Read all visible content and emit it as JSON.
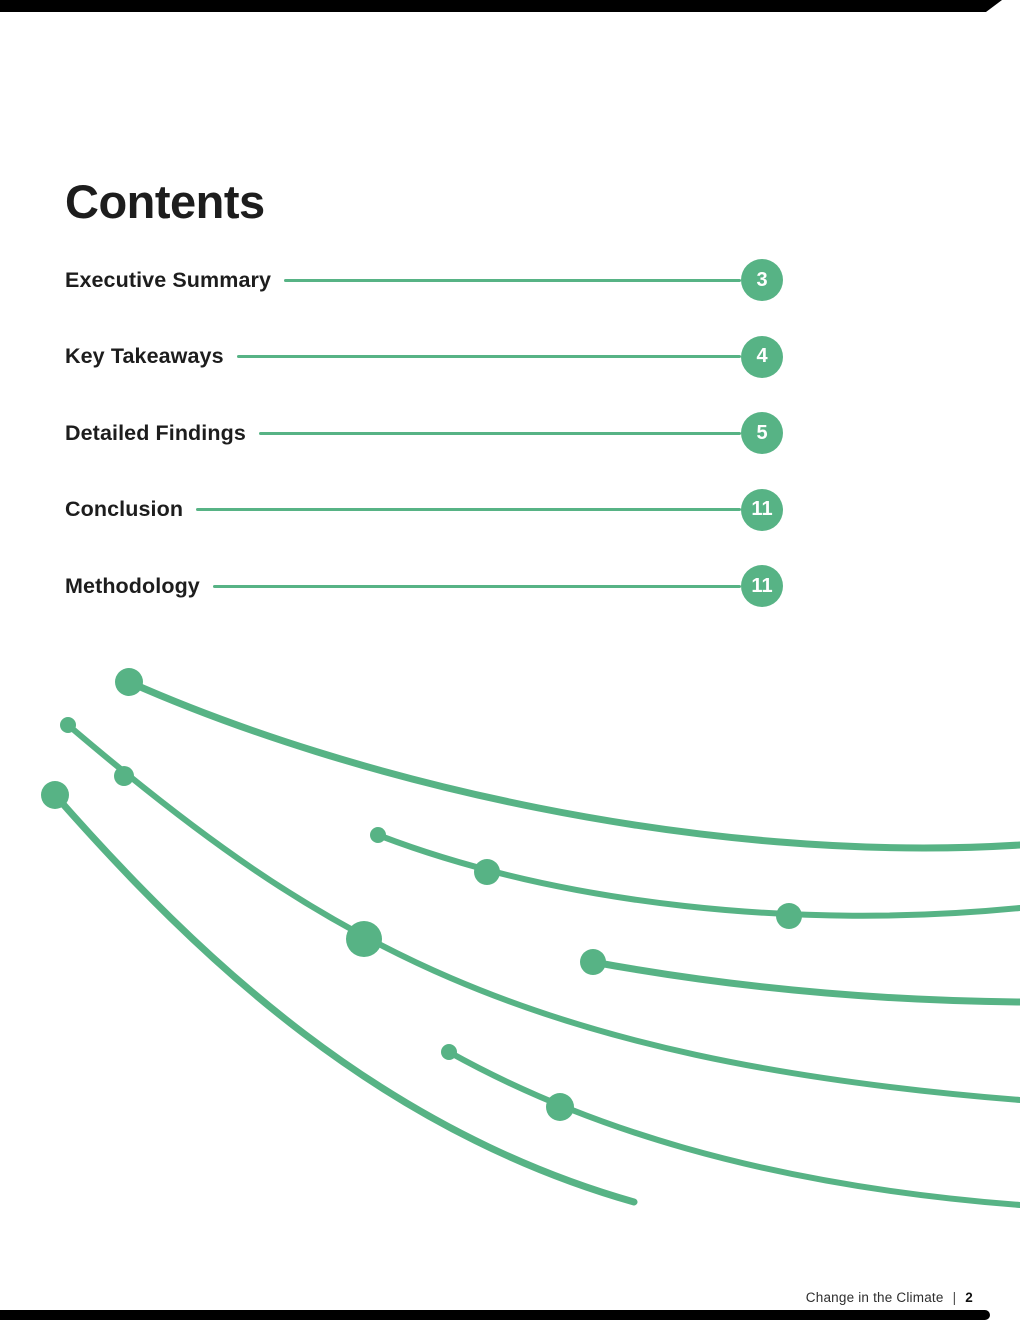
{
  "colors": {
    "accent_green": "#57b385",
    "bar_black": "#000000",
    "heading_text": "#1d1d1d"
  },
  "header": {
    "title": "Contents"
  },
  "toc": {
    "entries": [
      {
        "label": "Executive Summary",
        "page": "3"
      },
      {
        "label": "Key Takeaways",
        "page": "4"
      },
      {
        "label": "Detailed Findings",
        "page": "5"
      },
      {
        "label": "Conclusion",
        "page": "11"
      },
      {
        "label": "Methodology",
        "page": "11"
      }
    ]
  },
  "footer": {
    "doc_title": "Change in the Climate",
    "separator": "|",
    "page_number": "2"
  }
}
